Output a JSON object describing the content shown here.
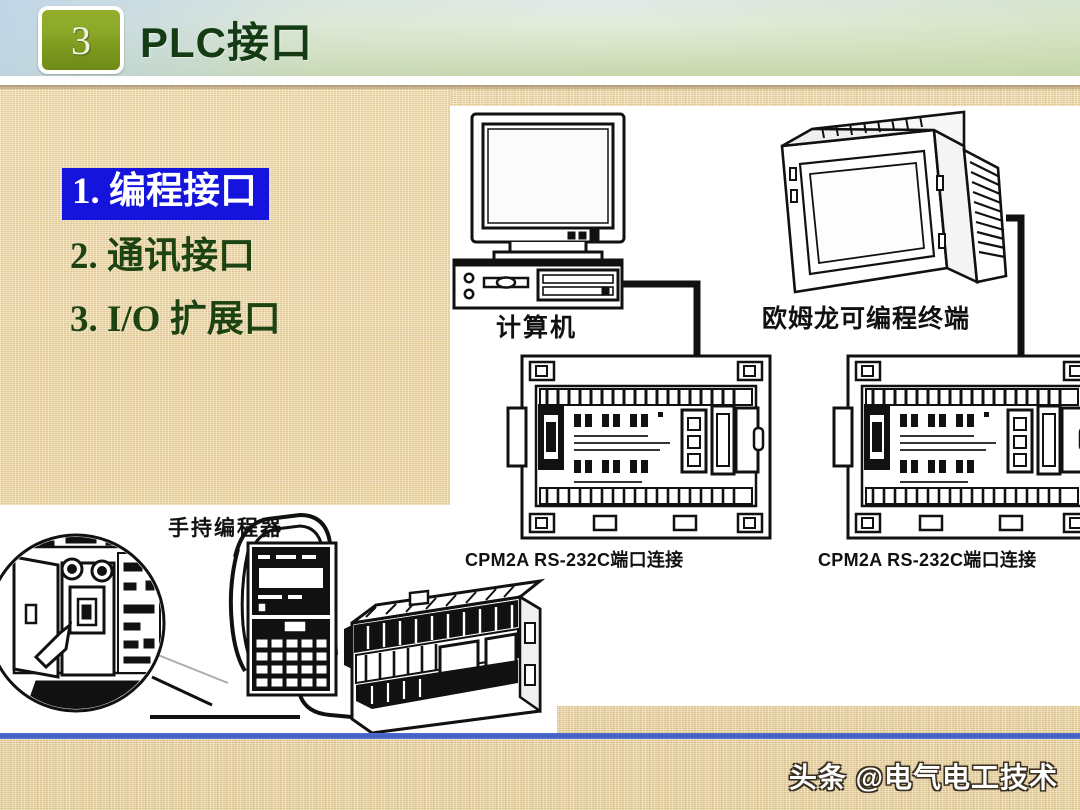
{
  "header": {
    "badge_number": "3",
    "title": "PLC接口",
    "badge_color": "#8ba828",
    "title_color": "#143b13"
  },
  "bullets": [
    {
      "label": "1. 编程接口",
      "highlighted": true,
      "highlight_color": "#1414dd",
      "text_color": "#ffffff"
    },
    {
      "label": "2. 通讯接口",
      "highlighted": false,
      "text_color": "#1d4310"
    },
    {
      "label": "3. I/O 扩展口",
      "highlighted": false,
      "text_color": "#1d4310"
    }
  ],
  "diagram": {
    "labels": {
      "computer": "计算机",
      "terminal": "欧姆龙可编程终端",
      "caption_left": "CPM2A RS-232C端口连接",
      "caption_right": "CPM2A RS-232C端口连接"
    },
    "devices": [
      "desktop-computer",
      "omron-programmable-terminal",
      "plc-unit-left",
      "plc-unit-right"
    ]
  },
  "bottom_photo": {
    "labels": {
      "handheld": "手持编程器"
    },
    "devices": [
      "port-detail-circle-inset",
      "handheld-programmer",
      "plc-unit-isometric"
    ]
  },
  "footer": {
    "watermark": "头条 @电气电工技术",
    "band_color": "#4f6fd0"
  }
}
